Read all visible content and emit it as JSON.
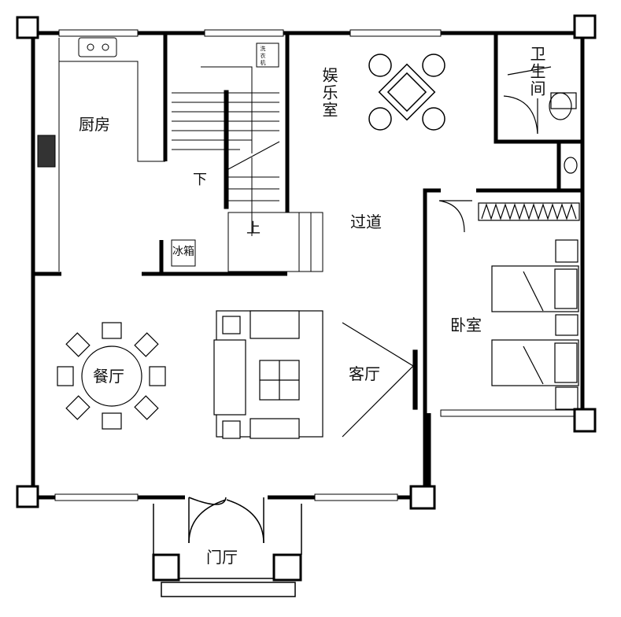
{
  "rooms": {
    "kitchen": "厨房",
    "entertainment": "娱乐室",
    "bathroom": "卫生间",
    "stairs_down": "下",
    "stairs_up": "上",
    "fridge": "冰箱",
    "washer": "洗衣机",
    "corridor": "过道",
    "bedroom": "卧室",
    "dining": "餐厅",
    "living": "客厅",
    "foyer": "门厅"
  }
}
